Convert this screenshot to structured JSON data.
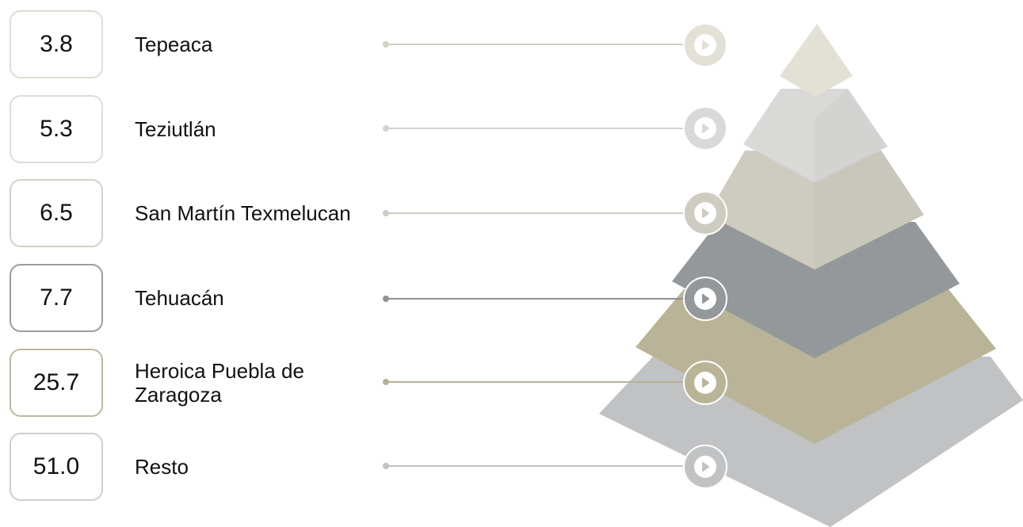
{
  "colors": {
    "tepeaca": "#e3e0d6",
    "teziutlan": "#d9d9d8",
    "texmelucan": "#ceccc0",
    "tehuacan": "#95989b",
    "puebla": "#b9b497",
    "resto": "#c1c2c4"
  },
  "levels": [
    {
      "id": "tepeaca",
      "value": "3.8",
      "label": "Tepeaca",
      "icon": "play-icon"
    },
    {
      "id": "teziutlan",
      "value": "5.3",
      "label": "Teziutlán",
      "icon": "play-icon"
    },
    {
      "id": "texmelucan",
      "value": "6.5",
      "label": "San Martín Texmelucan",
      "icon": "play-icon"
    },
    {
      "id": "tehuacan",
      "value": "7.7",
      "label": "Tehuacán",
      "icon": "play-icon"
    },
    {
      "id": "puebla",
      "value": "25.7",
      "label": "Heroica Puebla de Zaragoza",
      "icon": "play-icon"
    },
    {
      "id": "resto",
      "value": "51.0",
      "label": "Resto",
      "icon": "play-icon"
    }
  ]
}
